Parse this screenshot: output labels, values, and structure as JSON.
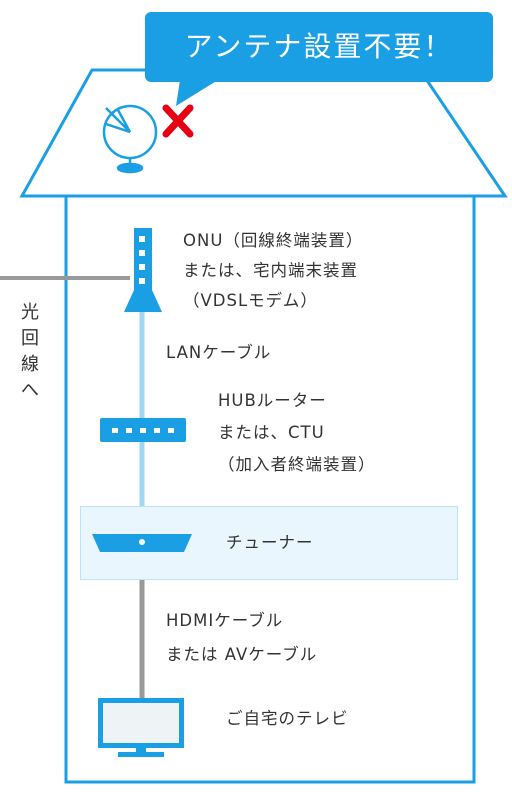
{
  "colors": {
    "accent": "#1a9fe4",
    "cable_lan": "#9fd8f4",
    "cable_hdmi": "#999999",
    "cross": "#e60012",
    "tuner_highlight": "#eaf6fd"
  },
  "bubble": {
    "text": "アンテナ設置不要！"
  },
  "antenna": {
    "icon": "satellite-dish-icon",
    "status_icon": "cross-mark-icon"
  },
  "external_line": {
    "label_chars": [
      "光",
      "回",
      "線",
      "へ"
    ]
  },
  "devices": {
    "onu": {
      "icon": "onu-device-icon",
      "lines": [
        "ONU（回線終端装置）",
        "または、宅内端末装置",
        "（VDSLモデム）"
      ]
    },
    "hub": {
      "icon": "hub-router-icon",
      "lines": [
        "HUBルーター",
        "または、CTU",
        "（加入者終端装置）"
      ]
    },
    "tuner": {
      "icon": "tuner-device-icon",
      "label": "チューナー"
    },
    "tv": {
      "icon": "television-icon",
      "label": "ご自宅のテレビ"
    }
  },
  "cables": {
    "lan": {
      "label": "LANケーブル"
    },
    "hdmi": {
      "lines": [
        "HDMIケーブル",
        "または AVケーブル"
      ]
    }
  }
}
